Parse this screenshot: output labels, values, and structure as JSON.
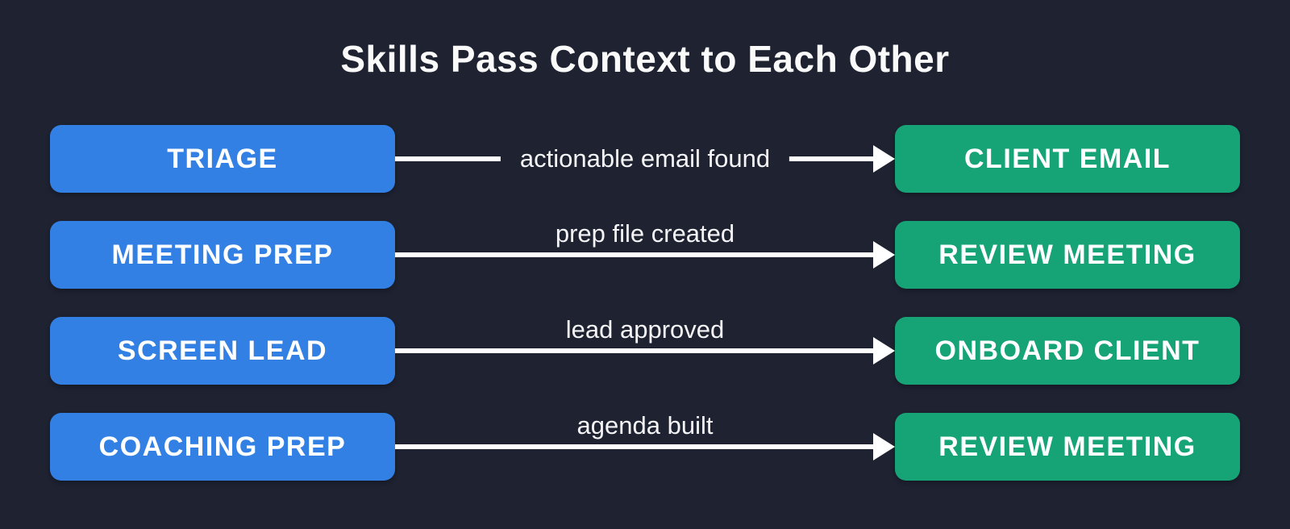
{
  "title": "Skills Pass Context to Each Other",
  "colors": {
    "background": "#1e2231",
    "source_box": "#3380e4",
    "target_box": "#16a376",
    "arrow": "#ffffff",
    "text": "#ffffff"
  },
  "rows": [
    {
      "source": "TRIAGE",
      "label": "actionable email found",
      "label_position": "inline",
      "target": "CLIENT EMAIL"
    },
    {
      "source": "MEETING PREP",
      "label": "prep file created",
      "label_position": "above",
      "target": "REVIEW MEETING"
    },
    {
      "source": "SCREEN LEAD",
      "label": "lead approved",
      "label_position": "above",
      "target": "ONBOARD CLIENT"
    },
    {
      "source": "COACHING PREP",
      "label": "agenda built",
      "label_position": "above",
      "target": "REVIEW MEETING"
    }
  ]
}
